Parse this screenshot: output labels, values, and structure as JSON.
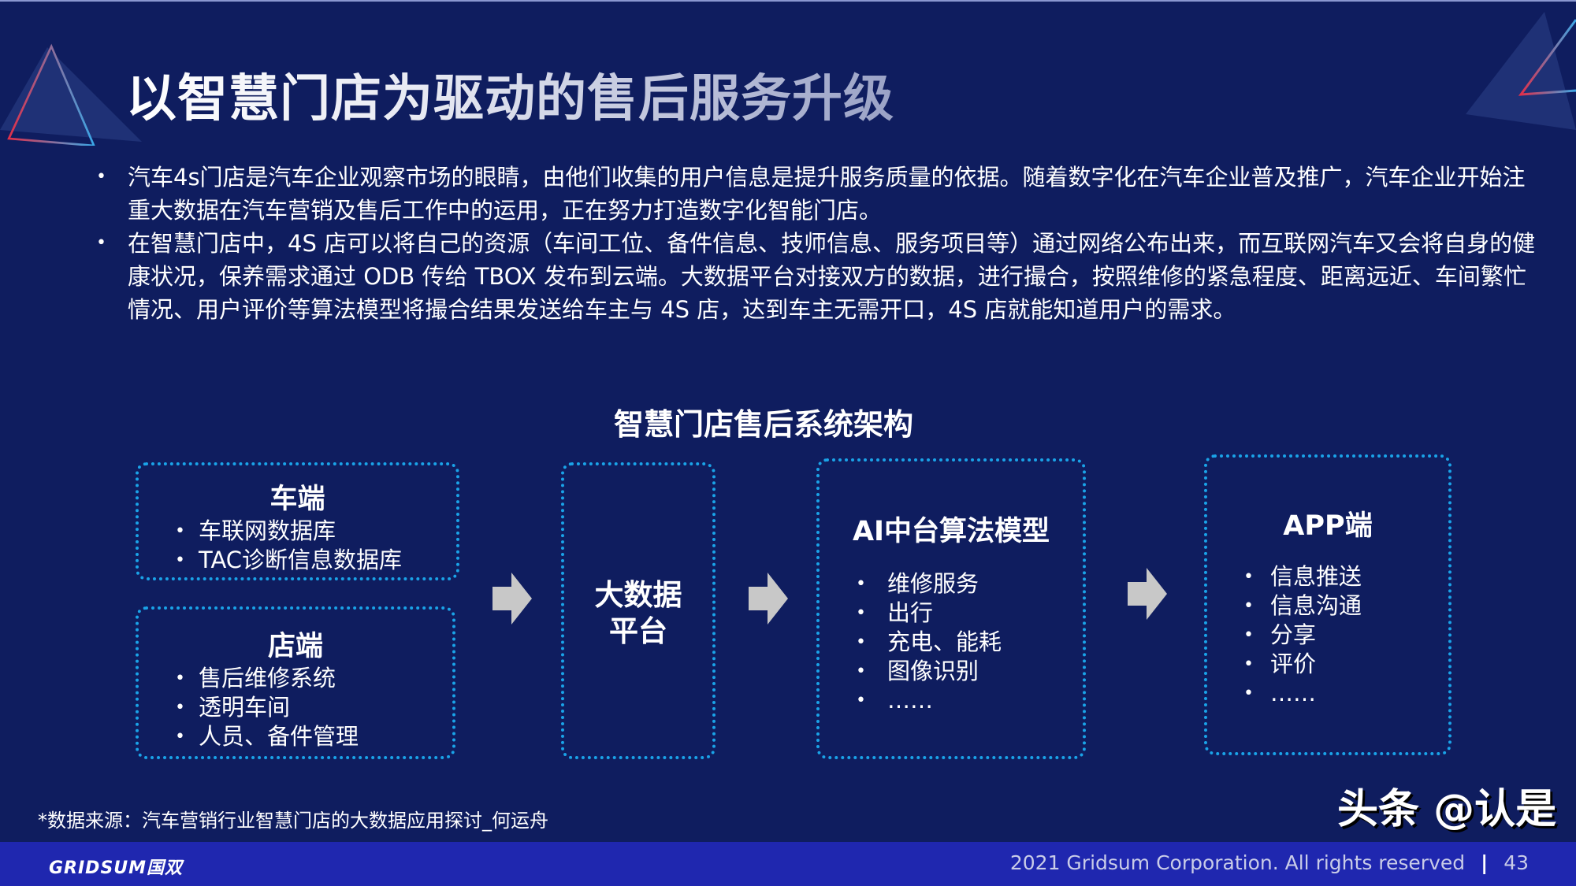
{
  "title": "以智慧门店为驱动的售后服务升级",
  "bullets": [
    "汽车4s门店是汽车企业观察市场的眼睛，由他们收集的用户信息是提升服务质量的依据。随着数字化在汽车企业普及推广，汽车企业开始注重大数据在汽车营销及售后工作中的运用，正在努力打造数字化智能门店。",
    "在智慧门店中，4S 店可以将自己的资源（车间工位、备件信息、技师信息、服务项目等）通过网络公布出来，而互联网汽车又会将自身的健康状况，保养需求通过 ODB 传给 TBOX 发布到云端。大数据平台对接双方的数据，进行撮合，按照维修的紧急程度、距离远近、车间繁忙情况、用户评价等算法模型将撮合结果发送给车主与 4S 店，达到车主无需开口，4S 店就能知道用户的需求。"
  ],
  "diagram": {
    "title": "智慧门店售后系统架构",
    "car": {
      "title": "车端",
      "items": [
        "车联网数据库",
        "TAC诊断信息数据库"
      ]
    },
    "store": {
      "title": "店端",
      "items": [
        "售后维修系统",
        "透明车间",
        "人员、备件管理"
      ]
    },
    "platform": {
      "title_line1": "大数据",
      "title_line2": "平台"
    },
    "ai": {
      "title": "AI中台算法模型",
      "items": [
        "维修服务",
        "出行",
        "充电、能耗",
        "图像识别",
        "……"
      ]
    },
    "app": {
      "title": "APP端",
      "items": [
        "信息推送",
        "信息沟通",
        "分享",
        "评价",
        "……"
      ]
    }
  },
  "footnote": "*数据来源：汽车营销行业智慧门店的大数据应用探讨_何运舟",
  "footer": {
    "logo": "GRIDSUM国双",
    "copyright": "2021 Gridsum Corporation. All rights reserved",
    "separator": "|",
    "page": "43"
  },
  "watermark": "头条 @认是",
  "colors": {
    "background": "#0f1d5f",
    "footer_bar": "#1f27af",
    "box_border": "#1aa3e8",
    "arrow": "#c8c8c8"
  }
}
